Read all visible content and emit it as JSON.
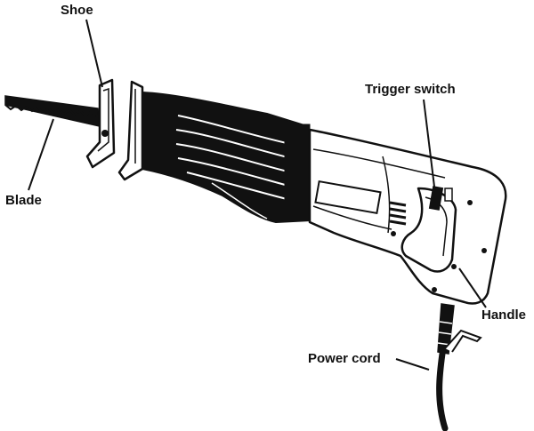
{
  "labels": {
    "shoe": "Shoe",
    "blade": "Blade",
    "trigger_switch": "Trigger switch",
    "handle": "Handle",
    "power_cord": "Power cord"
  },
  "colors": {
    "ink": "#111111",
    "body_fill": "#ffffff",
    "grip_fill": "#111111"
  }
}
